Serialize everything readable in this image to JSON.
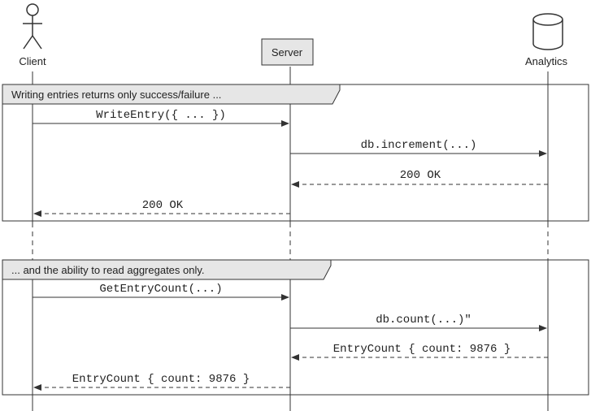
{
  "participants": {
    "client": "Client",
    "server": "Server",
    "analytics": "Analytics"
  },
  "groups": [
    {
      "label": "Writing entries returns only success/failure ...",
      "messages": [
        {
          "text": "WriteEntry({ ... })",
          "from": "client",
          "to": "server",
          "style": "solid"
        },
        {
          "text": "db.increment(...)",
          "from": "server",
          "to": "analytics",
          "style": "solid"
        },
        {
          "text": "200 OK",
          "from": "analytics",
          "to": "server",
          "style": "dashed"
        },
        {
          "text": "200 OK",
          "from": "server",
          "to": "client",
          "style": "dashed"
        }
      ]
    },
    {
      "label": "... and the ability to read aggregates only.",
      "messages": [
        {
          "text": "GetEntryCount(...)",
          "from": "client",
          "to": "server",
          "style": "solid"
        },
        {
          "text": "db.count(...)\"",
          "from": "server",
          "to": "analytics",
          "style": "solid"
        },
        {
          "text": "EntryCount { count: 9876 }",
          "from": "analytics",
          "to": "server",
          "style": "dashed"
        },
        {
          "text": "EntryCount { count: 9876 }",
          "from": "server",
          "to": "client",
          "style": "dashed"
        }
      ]
    }
  ],
  "colors": {
    "line": "#333333",
    "header_fill": "#e6e6e6",
    "text": "#222222"
  }
}
